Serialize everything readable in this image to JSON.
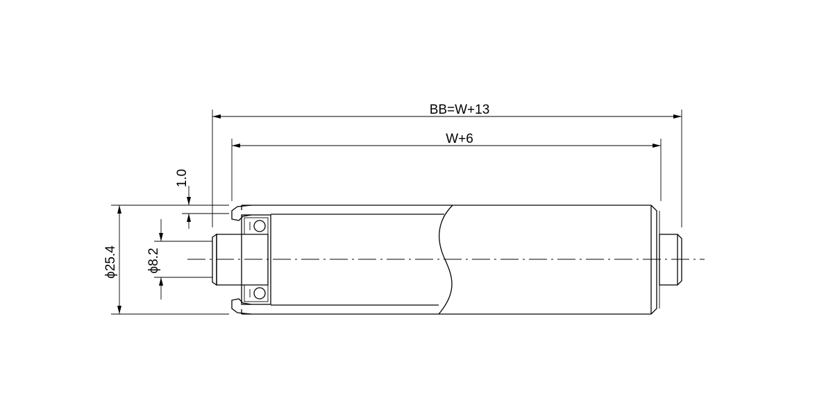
{
  "dimensions": {
    "overall_length": "BB=W+13",
    "roller_length": "W+6",
    "flange_offset": "1.0",
    "roller_diameter": "ϕ25.4",
    "shaft_diameter": "ϕ8.2"
  }
}
